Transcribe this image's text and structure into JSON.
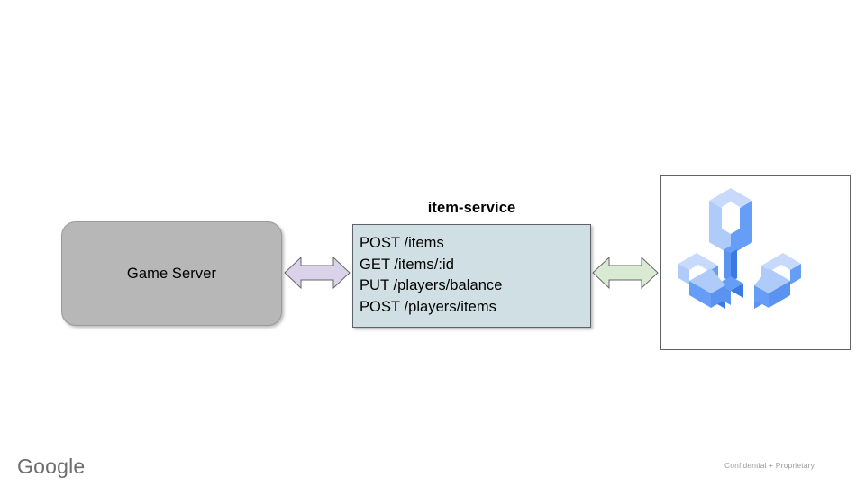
{
  "slide": {
    "background_color": "#ffffff",
    "footer": {
      "brand": "Google",
      "confidential_note": "Confidential + Proprietary"
    }
  },
  "nodes": {
    "game_server": {
      "label": "Game Server",
      "fill_color": "#b7b7b7",
      "border_color": "#9a9a9a",
      "shape": "rounded-rectangle"
    },
    "item_service": {
      "title": "item-service",
      "fill_color": "#d0dfe3",
      "border_color": "#5f6368",
      "shape": "rectangle",
      "endpoints": [
        "POST /items",
        "GET /items/:id",
        "PUT /players/balance",
        "POST /players/items"
      ]
    },
    "backend_logo": {
      "icon_name": "isometric-three-armed-wrench-icon",
      "frame_border_color": "#5f6368",
      "frame_fill_color": "#ffffff",
      "palette": {
        "light_blue": "#aecbfa",
        "medium_blue": "#669df6",
        "mid_blue": "#5b93f0",
        "dark_blue": "#3b7ae4",
        "deep_blue": "#1a73e8"
      }
    }
  },
  "connectors": [
    {
      "name": "game-server-to-item-service",
      "style": "double-headed-arrow",
      "fill_color": "#d9d2e9",
      "border_color": "#666666",
      "from": "Game Server",
      "to": "item-service"
    },
    {
      "name": "item-service-to-backend",
      "style": "double-headed-arrow",
      "fill_color": "#d9ead3",
      "border_color": "#666666",
      "from": "item-service",
      "to": "backend-logo"
    }
  ]
}
